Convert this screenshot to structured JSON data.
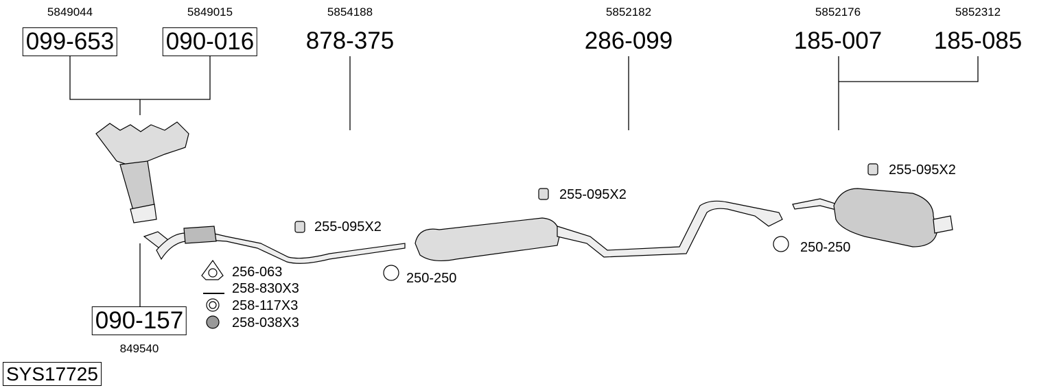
{
  "groups": [
    {
      "oem": "5849044",
      "part": "099-653",
      "boxed": true
    },
    {
      "oem": "5849015",
      "part": "090-016",
      "boxed": true
    },
    {
      "oem": "5854188",
      "part": "878-375",
      "boxed": false
    },
    {
      "oem": "5852182",
      "part": "286-099",
      "boxed": false
    },
    {
      "oem": "5852176",
      "part": "185-007",
      "boxed": false
    },
    {
      "oem": "5852312",
      "part": "185-085",
      "boxed": false
    }
  ],
  "front_pipe": {
    "part": "090-157",
    "oem": "849540"
  },
  "fittings": {
    "gasket": "256-063",
    "bolt": "258-830X3",
    "washer": "258-117X3",
    "nut": "258-038X3",
    "hanger_1": "255-095X2",
    "hanger_2": "255-095X2",
    "hanger_3": "255-095X2",
    "clamp_1": "250-250",
    "clamp_2": "250-250"
  },
  "system_id": "SYS17725"
}
